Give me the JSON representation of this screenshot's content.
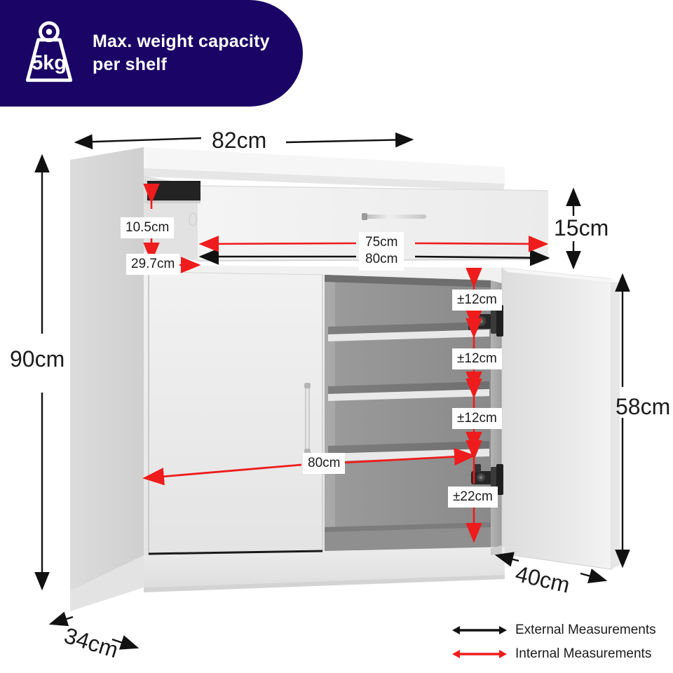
{
  "colors": {
    "navy": "#1a0466",
    "external_arrow": "#111111",
    "internal_arrow": "#ee1c1c",
    "body_white": "#f2f2f2",
    "interior_grey": "#8d8d8d",
    "niche_dark": "#1e1e1e"
  },
  "badge": {
    "icon": "weight-5kg-icon",
    "weight_value": "5kg",
    "line1": "Max. weight capacity",
    "line2": "per shelf"
  },
  "dimensions": {
    "width_top": "82cm",
    "height_left": "90cm",
    "depth_bottom_left": "34cm",
    "top_section_height": "15cm",
    "cabinet_height_right": "58cm",
    "door_depth_bottom_right": "40cm",
    "niche_height": "10.5cm",
    "niche_depth": "29.7cm",
    "top_internal_width": "75cm",
    "top_external_width": "80cm",
    "shelf_internal_width": "80cm",
    "shelf_gap_1": "±12cm",
    "shelf_gap_2": "±12cm",
    "shelf_gap_3": "±12cm",
    "bottom_gap": "±22cm"
  },
  "legend": {
    "external": "External Measurements",
    "internal": "Internal Measurements"
  },
  "product": {
    "type": "shoe-cabinet",
    "shelves": 3,
    "doors": 2,
    "hinges": 2,
    "handles": 2
  }
}
